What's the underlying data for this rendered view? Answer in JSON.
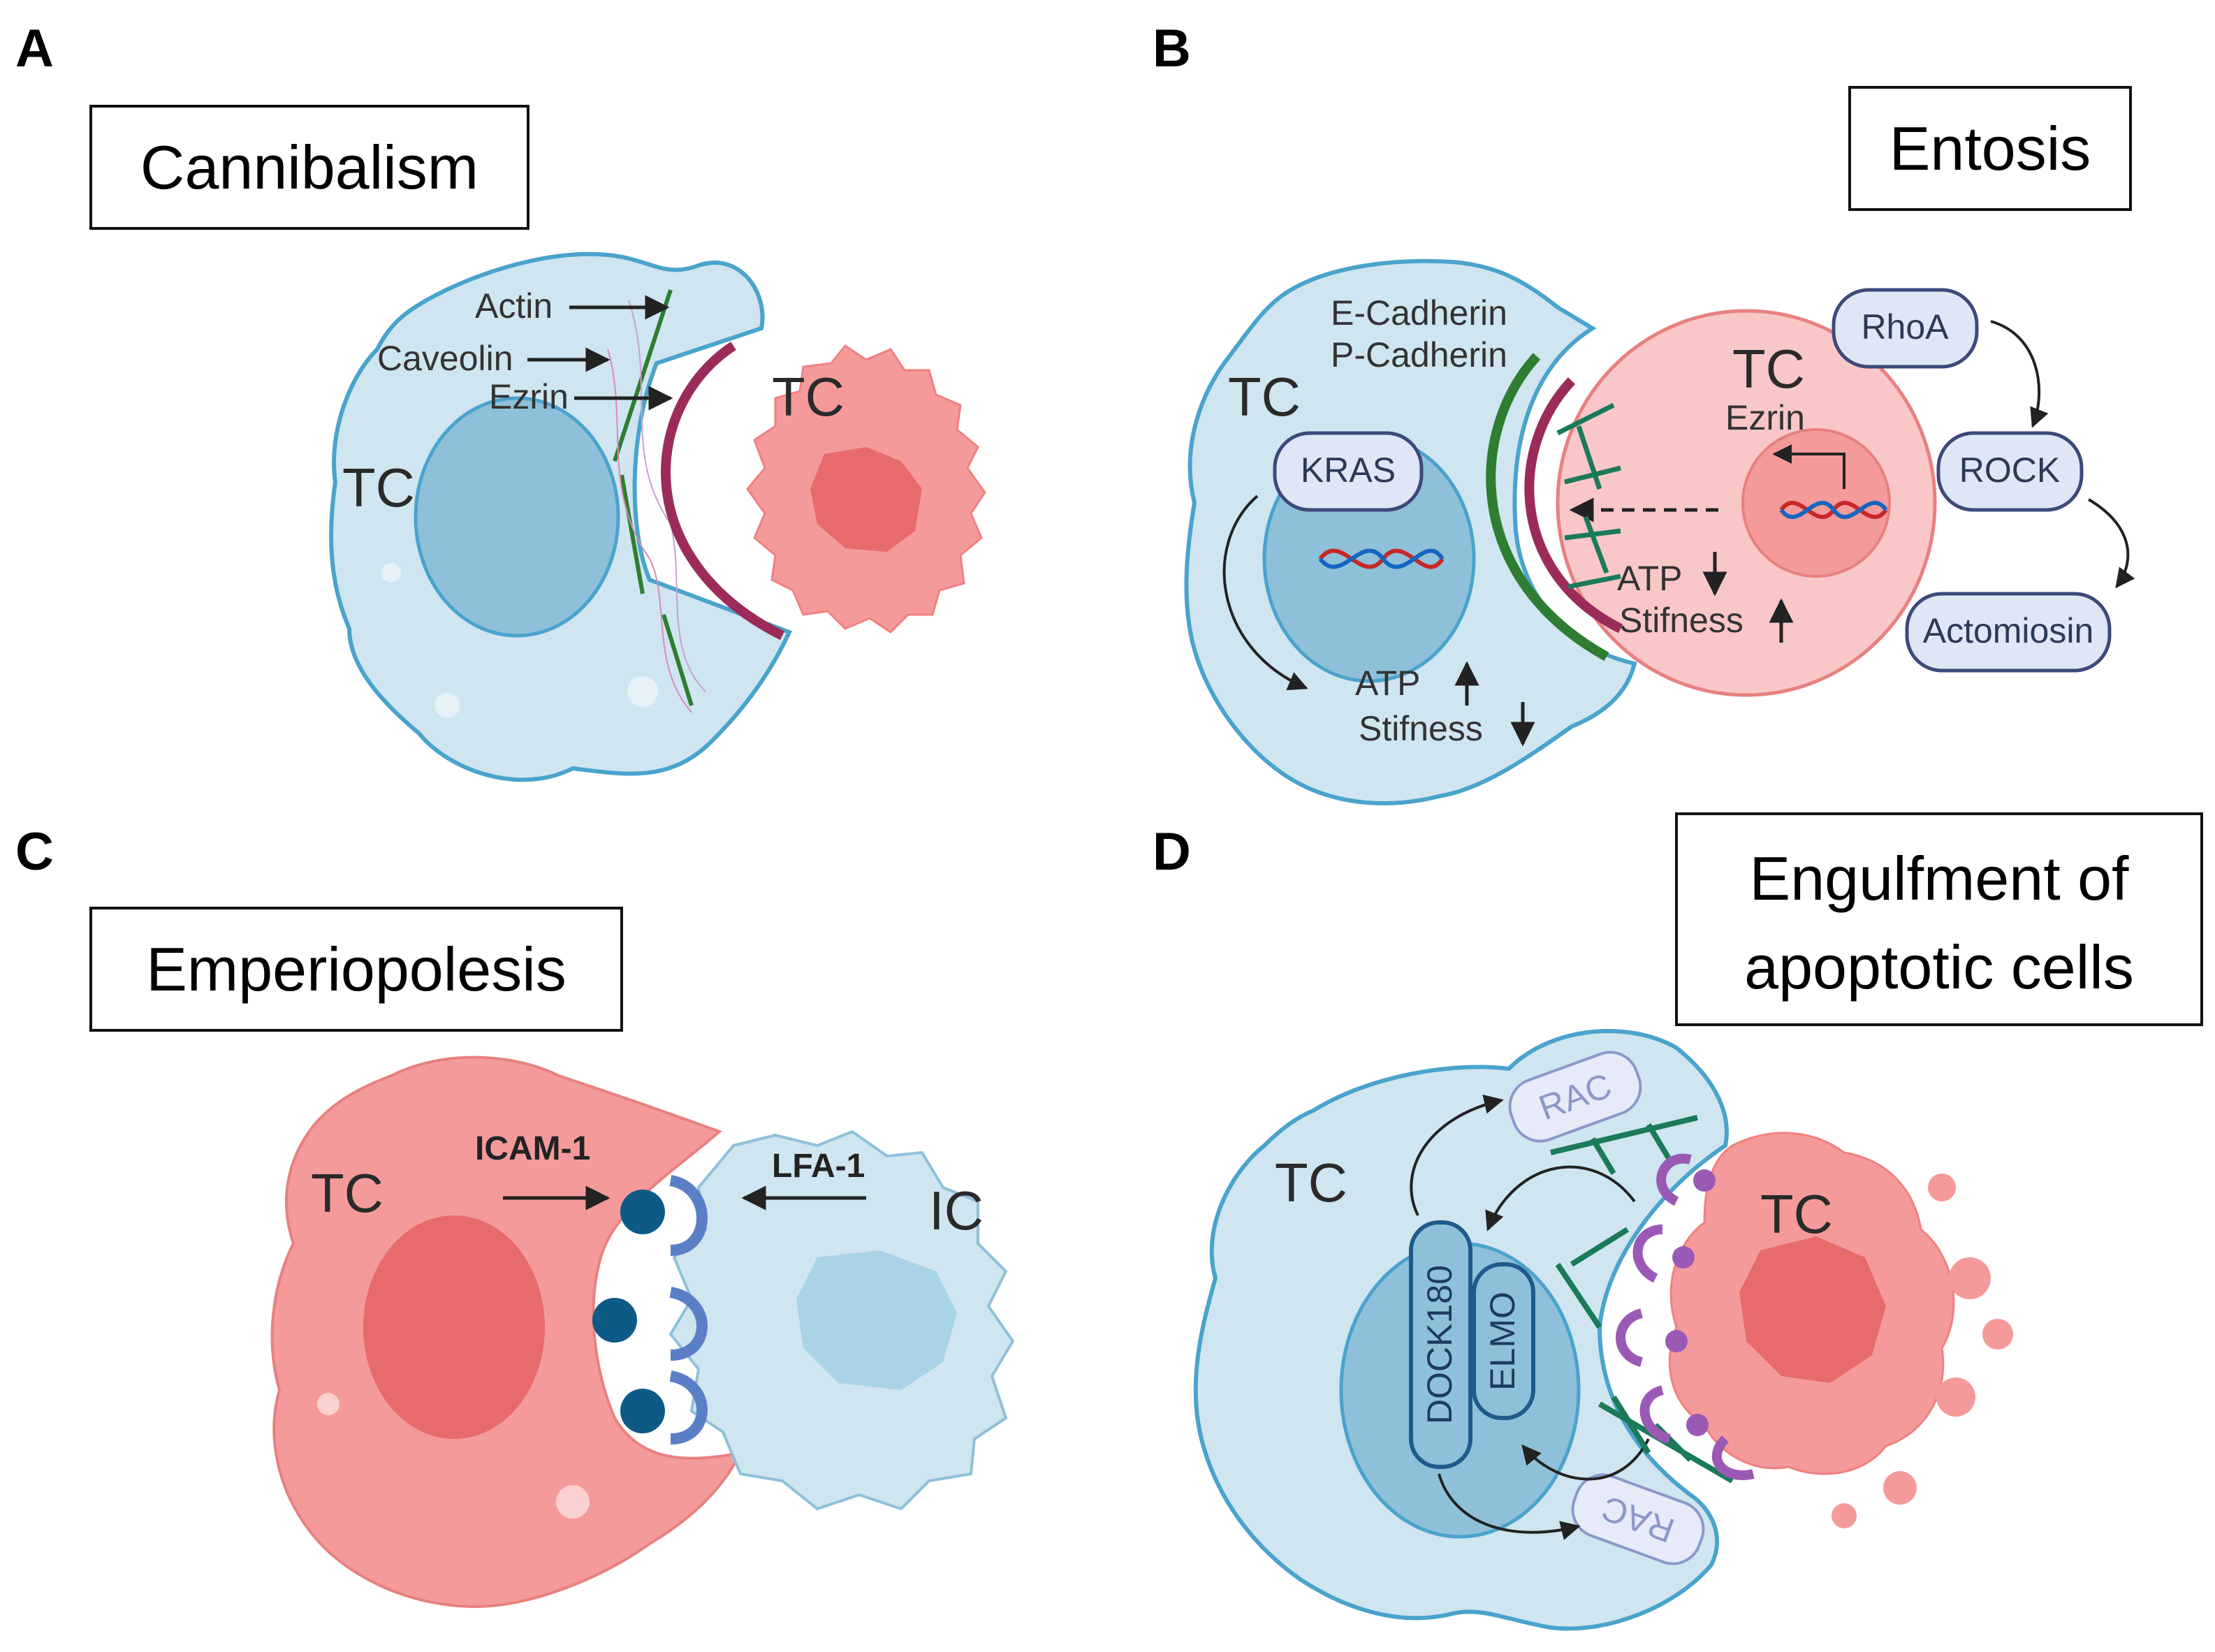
{
  "panels": {
    "a": {
      "letter": "A",
      "title": "Cannibalism",
      "labels": {
        "actin": "Actin",
        "caveolin": "Caveolin",
        "ezrin": "Ezrin",
        "tc_host": "TC",
        "tc_prey": "TC"
      }
    },
    "b": {
      "letter": "B",
      "title": "Entosis",
      "labels": {
        "e_cadherin": "E-Cadherin",
        "p_cadherin": "P-Cadherin",
        "tc_host": "TC",
        "tc_inner": "TC",
        "ezrin": "Ezrin",
        "kras": "KRAS",
        "rhoa": "RhoA",
        "rock": "ROCK",
        "actomiosin": "Actomiosin",
        "atp_host": "ATP",
        "stiffness_host": "Stifness",
        "atp_inner": "ATP",
        "stiffness_inner": "Stifness"
      }
    },
    "c": {
      "letter": "C",
      "title": "Emperiopolesis",
      "labels": {
        "tc": "TC",
        "ic": "IC",
        "icam1": "ICAM-1",
        "lfa1": "LFA-1"
      }
    },
    "d": {
      "letter": "D",
      "title_line1": "Engulfment of",
      "title_line2": "apoptotic cells",
      "labels": {
        "tc_host": "TC",
        "tc_apoptotic": "TC",
        "rac_top": "RAC",
        "rac_bottom": "RAC",
        "dock180": "DOCK180",
        "elmo": "ELMO"
      }
    }
  },
  "colors": {
    "host_cell_fill": "#cfe5f0",
    "host_cell_stroke": "#4aa3cc",
    "nucleus_blue": "#8fc0d9",
    "tumor_pink": "#f59a9a",
    "tumor_nucleus": "#e86b6b",
    "ezrin_maroon": "#9b2c5a",
    "actin_green": "#2e7d32",
    "box_fill": "#dfe6f5",
    "box_stroke": "#3c4a7a",
    "icam_blue": "#0e5a86",
    "lfa_blue": "#5b7fc7",
    "purple_apoptotic": "#9b59b6"
  }
}
